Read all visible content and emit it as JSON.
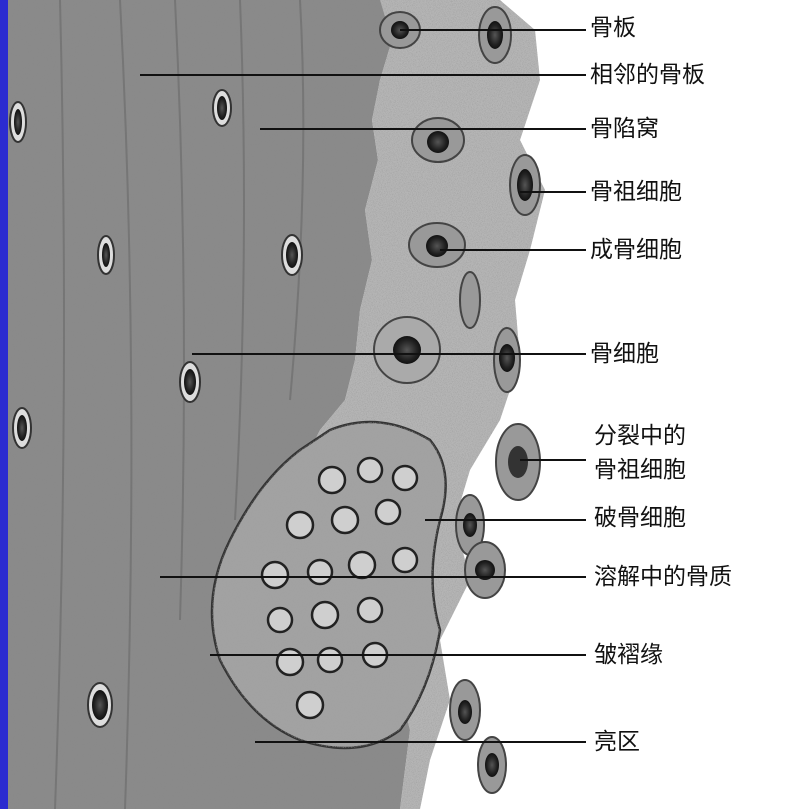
{
  "figure": {
    "labels": [
      {
        "id": "bone-lamella",
        "text": "骨板"
      },
      {
        "id": "adjacent-bone-lamella",
        "text": "相邻的骨板"
      },
      {
        "id": "bone-lacuna",
        "text": "骨陷窝"
      },
      {
        "id": "osteoprogenitor-cell",
        "text": "骨祖细胞"
      },
      {
        "id": "osteoblast",
        "text": "成骨细胞"
      },
      {
        "id": "osteocyte",
        "text": "骨细胞"
      },
      {
        "id": "dividing-osteoprogenitor",
        "lines": [
          "分裂中的",
          "骨祖细胞"
        ]
      },
      {
        "id": "osteoclast",
        "text": "破骨细胞"
      },
      {
        "id": "dissolving-bone-matrix",
        "text": "溶解中的骨质"
      },
      {
        "id": "ruffled-border",
        "text": "皱褶缘"
      },
      {
        "id": "clear-zone",
        "text": "亮区"
      }
    ]
  }
}
